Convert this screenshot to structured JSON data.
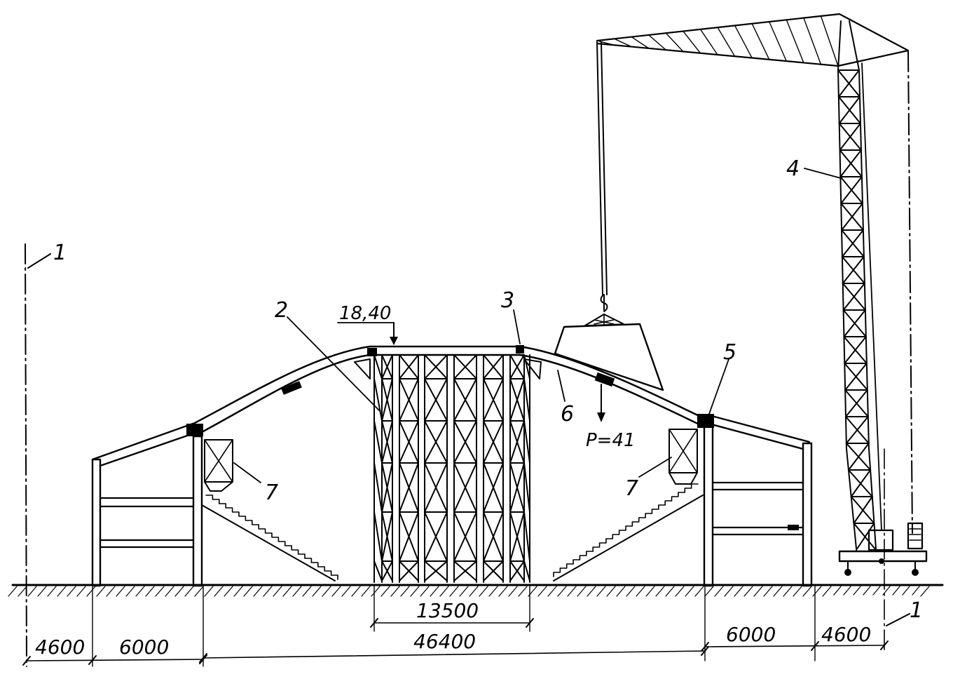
{
  "drawing": {
    "labels": {
      "l1_left": "1",
      "l2": "2",
      "l3": "3",
      "l4": "4",
      "l5": "5",
      "l6": "6",
      "l7_left": "7",
      "l7_right": "7",
      "l1_right": "1"
    },
    "elevation": "18,40",
    "load": "P=41",
    "dimensions": {
      "center_top": "13500",
      "center_bottom": "46400",
      "left_outer": "4600",
      "left_inner": "6000",
      "right_inner": "6000",
      "right_outer": "4600"
    }
  }
}
